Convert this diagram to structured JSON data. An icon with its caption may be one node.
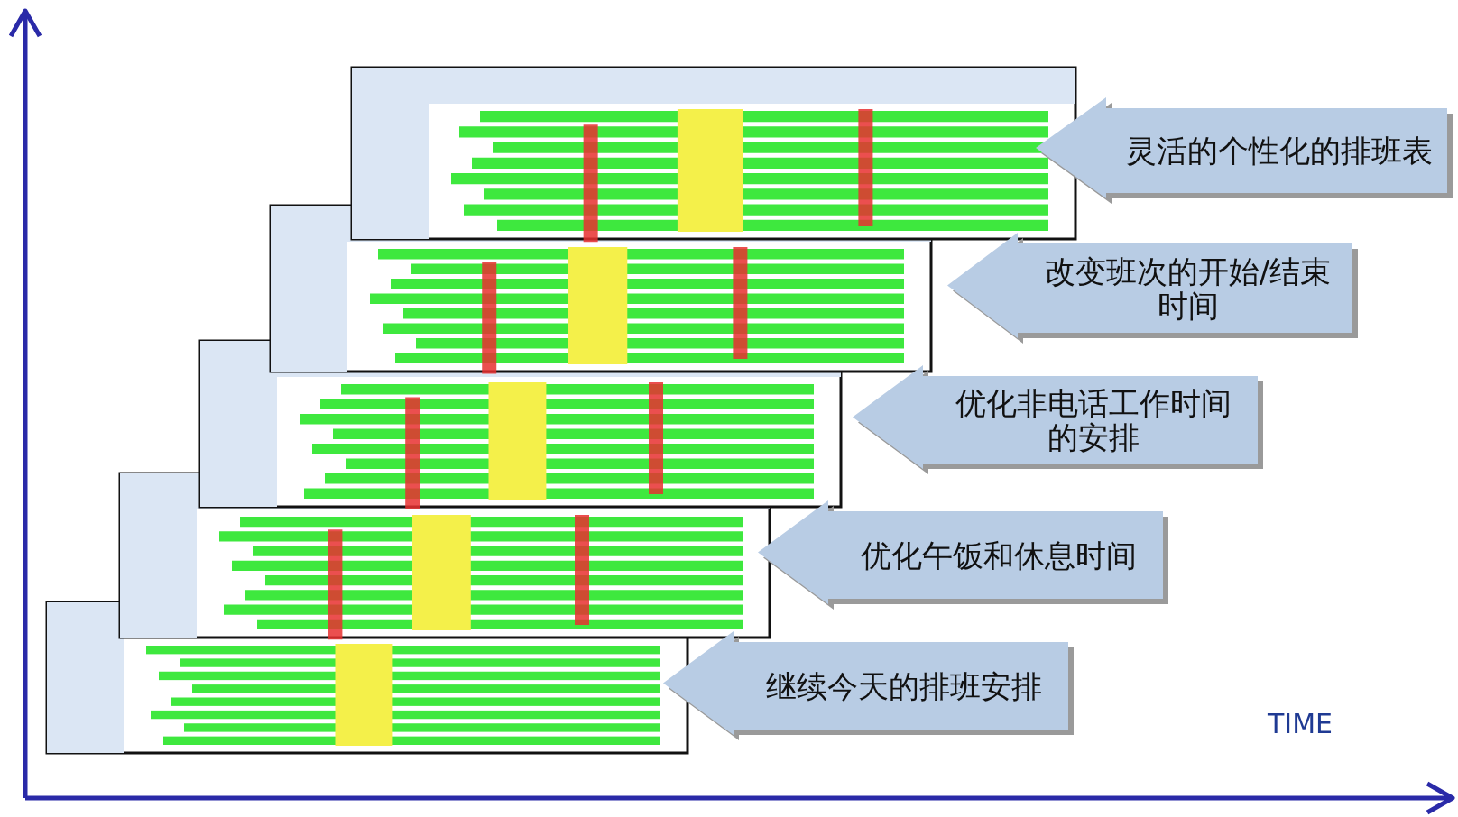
{
  "diagram": {
    "nodes": [
      {
        "text": [
          "灵活的个性化的排班表"
        ]
      },
      {
        "text": [
          "改变班次的开始/结束时间"
        ]
      },
      {
        "text": [
          "优化非电话工作时间的安排"
        ]
      },
      {
        "text": [
          "优化午饭和休息时间"
        ]
      },
      {
        "text": [
          "继续今天的排班安排"
        ]
      }
    ],
    "labels": [
      "TIME"
    ]
  }
}
